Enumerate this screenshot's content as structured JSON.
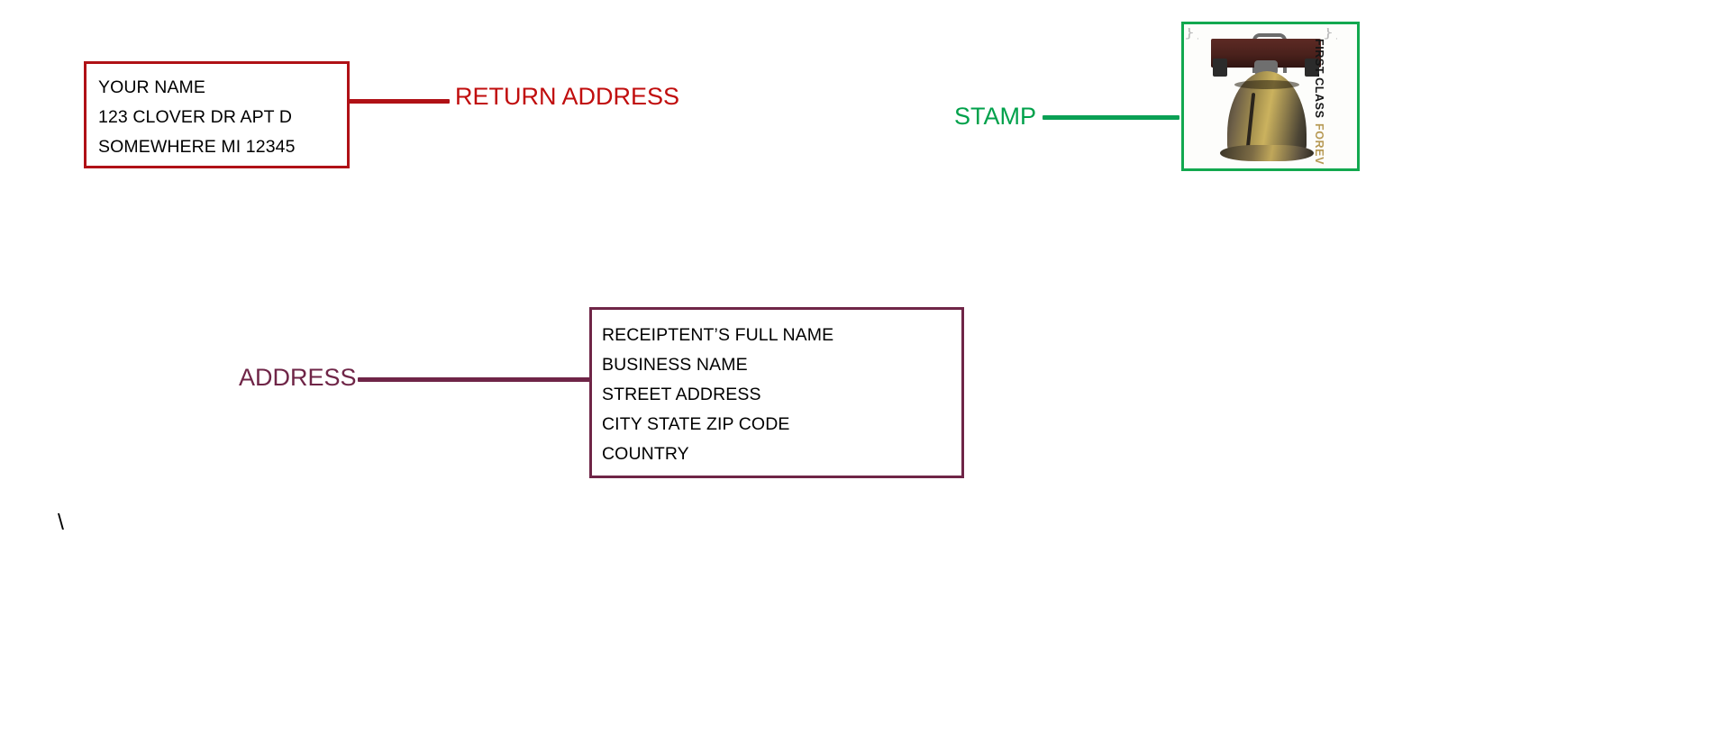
{
  "page": {
    "background_color": "#ffffff",
    "stray_mark": "\\"
  },
  "return_address": {
    "label": "RETURN ADDRESS",
    "label_color": "#c00d0d",
    "border_color": "#b01116",
    "lines": [
      "YOUR NAME",
      "123 CLOVER DR APT D",
      "SOMEWHERE MI 12345"
    ]
  },
  "recipient_address": {
    "label": "ADDRESS",
    "label_color": "#6f2547",
    "border_color": "#6f2547",
    "lines": [
      "RECEIPTENT’S FULL NAME",
      "BUSINESS NAME",
      "STREET ADDRESS",
      "CITY STATE ZIP CODE",
      "COUNTRY"
    ]
  },
  "stamp": {
    "label": "STAMP",
    "label_color": "#00a14b",
    "border_color": "#12a84f",
    "class_text": "FIRST-CLASS",
    "forever_text": "FOREV",
    "perforation_glyphs": "}}}}}}}}}}}}}}",
    "icon_name": "liberty-bell-stamp-icon"
  }
}
